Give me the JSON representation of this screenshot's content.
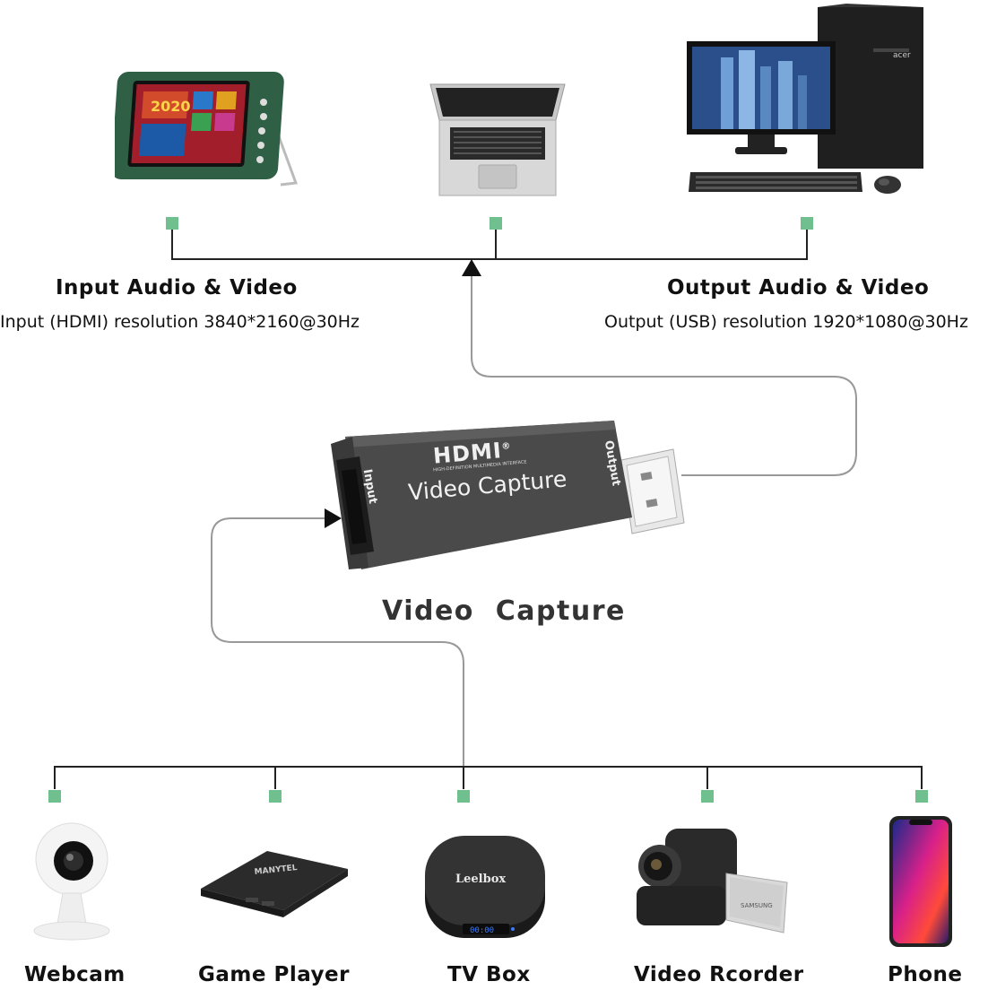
{
  "top_devices": [
    {
      "id": "portable-tv",
      "label": ""
    },
    {
      "id": "laptop",
      "label": ""
    },
    {
      "id": "desktop-pc",
      "label": ""
    }
  ],
  "input_section": {
    "title": "Input Audio & Video",
    "subtitle": "Input (HDMI) resolution 3840*2160@30Hz"
  },
  "output_section": {
    "title": "Output Audio & Video",
    "subtitle": "Output (USB) resolution 1920*1080@30Hz"
  },
  "capture_device": {
    "brand": "HDMI",
    "brand_mark": "®",
    "brand_tagline": "HIGH-DEFINITION MULTIMEDIA INTERFACE",
    "product_text": "Video Capture",
    "port_input": "Input",
    "port_output": "Output",
    "caption": "Video  Capture"
  },
  "bottom_devices": [
    {
      "id": "webcam",
      "label": "Webcam"
    },
    {
      "id": "game-player",
      "label": "Game Player",
      "brand": "MANYTEL"
    },
    {
      "id": "tv-box",
      "label": "TV Box",
      "brand": "Leelbox",
      "display": "00:00"
    },
    {
      "id": "video-recorder",
      "label": "Video Rcorder",
      "brand": "SAMSUNG"
    },
    {
      "id": "phone",
      "label": "Phone"
    }
  ],
  "colors": {
    "node": "#6fbf8f",
    "wire": "#222222",
    "capture_body": "#4a4a4a"
  }
}
